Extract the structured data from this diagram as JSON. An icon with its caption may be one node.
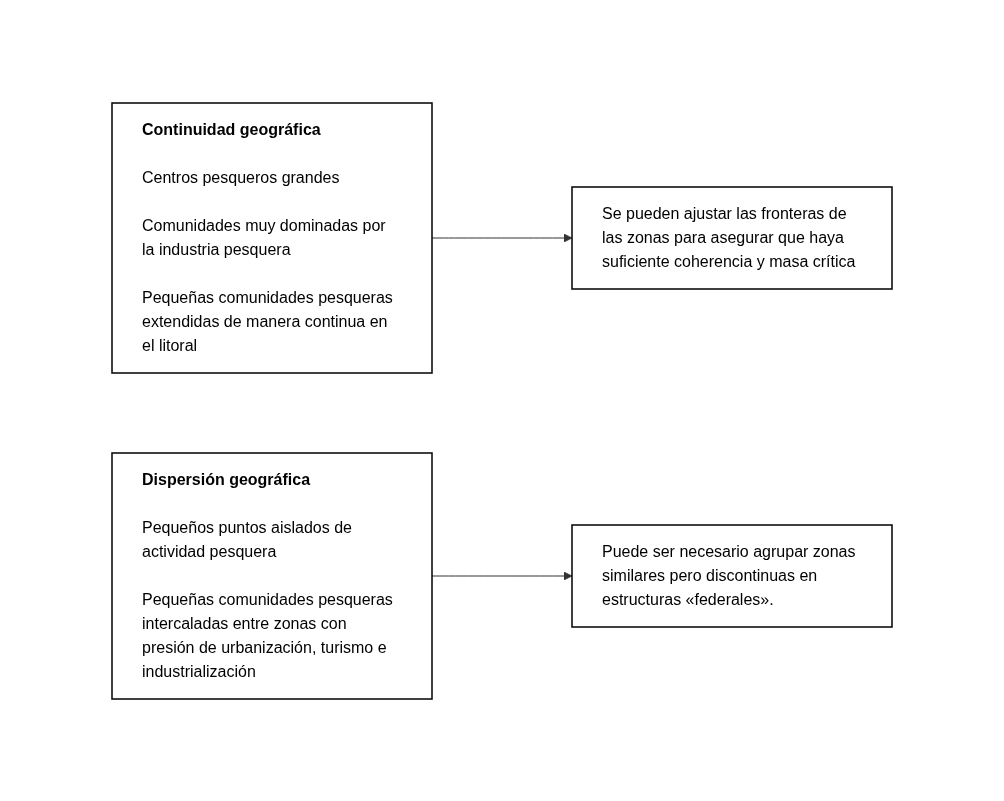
{
  "diagram": {
    "nodes": [
      {
        "text": [
          "Continuidad geográfica",
          "Centros pesqueros grandes",
          "Comunidades muy dominadas por la industria pesquera",
          "Pequeñas comunidades pesqueras extendidas de manera continua en el litoral"
        ]
      },
      {
        "text": [
          "Se pueden ajustar las fronteras de las zonas para asegurar que haya suficiente coherencia y masa crítica"
        ]
      },
      {
        "text": [
          "Dispersión geográfica",
          "Pequeños puntos aislados de actividad pesquera",
          "Pequeñas comunidades pesqueras intercaladas entre zonas con presión de urbanización, turismo e industrialización"
        ]
      },
      {
        "text": [
          "Puede ser necesario agrupar zonas similares pero discontinuas en estructuras «federales»."
        ]
      }
    ],
    "edges": [
      {
        "from": 0,
        "to": 1,
        "arrow": "to"
      },
      {
        "from": 2,
        "to": 3,
        "arrow": "to"
      }
    ]
  }
}
